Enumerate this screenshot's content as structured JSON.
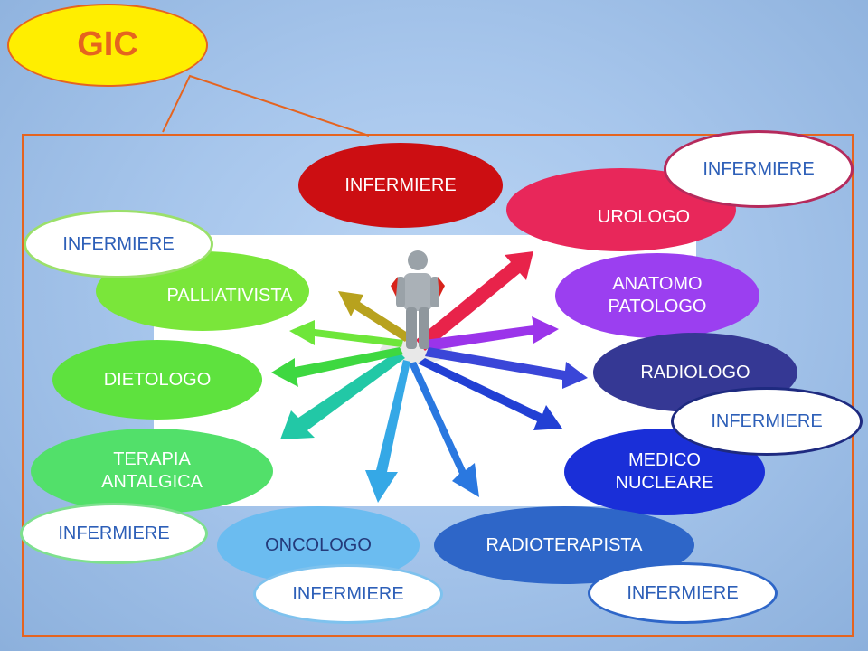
{
  "title": "GIC",
  "nodes": {
    "infermiere_top_center": "INFERMIERE",
    "urologo": "UROLOGO",
    "infermiere_top_right": "INFERMIERE",
    "infermiere_left_top": "INFERMIERE",
    "palliativista": "PALLIATIVISTA",
    "anatomo_patologo": "ANATOMO\nPATOLOGO",
    "dietologo": "DIETOLOGO",
    "radiologo": "RADIOLOGO",
    "infermiere_right_mid": "INFERMIERE",
    "terapia_antalgica": "TERAPIA\nANTALGICA",
    "medico_nucleare": "MEDICO\nNUCLEARE",
    "infermiere_left_bottom": "INFERMIERE",
    "oncologo": "ONCOLOGO",
    "radioterapista": "RADIOTERAPISTA",
    "infermiere_bottom_center": "INFERMIERE",
    "infermiere_bottom_right": "INFERMIERE"
  },
  "colors": {
    "accent_orange": "#e5641f",
    "gic_fill": "#ffee00",
    "infermiere_red": "#cc0e12",
    "urologo_pink": "#e8275a",
    "anatomo_purple": "#9b3ff0",
    "palliativista_green": "#7ae63a",
    "dietologo_green": "#5ee23e",
    "terapia_green": "#52e06a",
    "radiologo_navy": "#353894",
    "medico_blue": "#1a2fd8",
    "oncologo_lightblue": "#6bbcf0",
    "radioterapista_blue": "#2e66c8"
  }
}
